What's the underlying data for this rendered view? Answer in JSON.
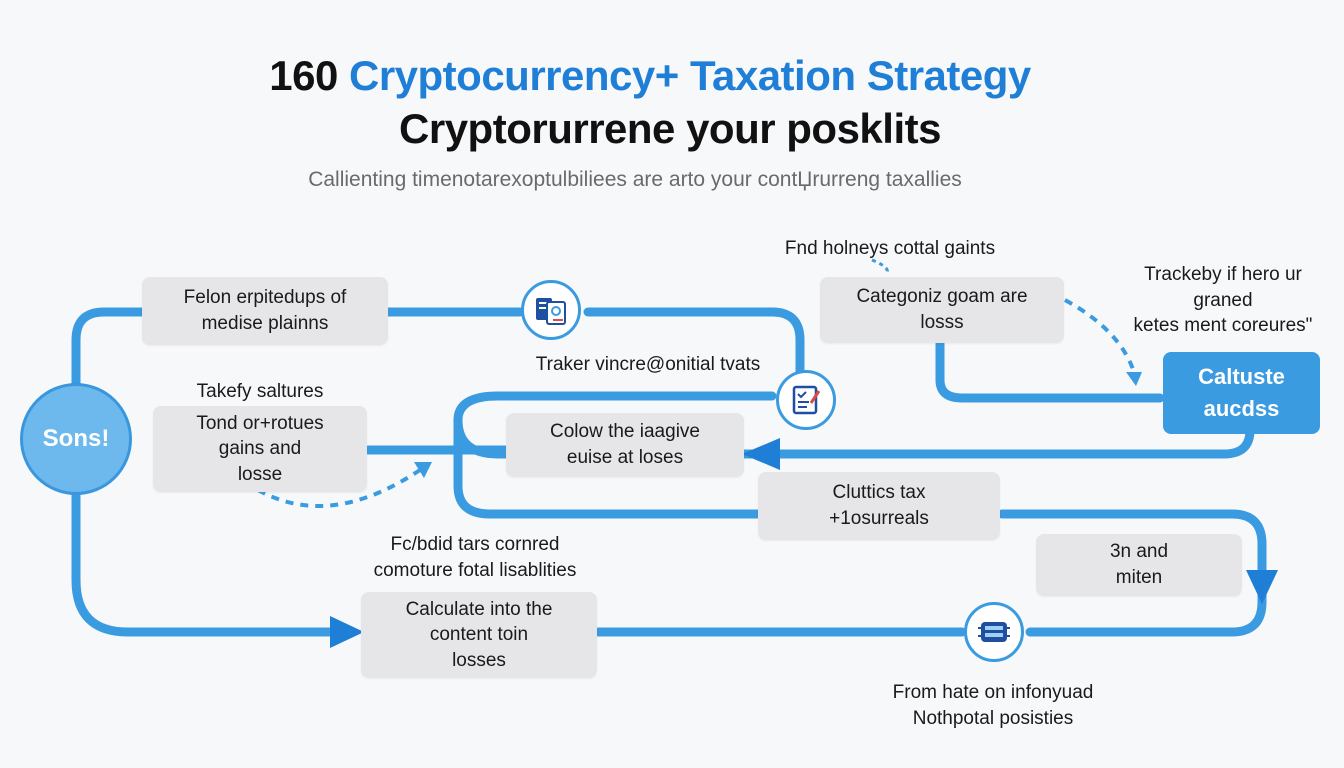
{
  "header": {
    "title_number": "160",
    "title_highlight": "Cryptocurrency+ Taxation Strategy",
    "title_line2": "Cryptorurrene your posklits",
    "tagline": "Callienting timenotarexoptulbiliees are arto your contЏrurreng taxallies"
  },
  "start_node": {
    "label": "Sons!"
  },
  "nodes": [
    {
      "id": "n1",
      "text": "Felon erpitedups of\nmedise plainns"
    },
    {
      "id": "n2",
      "text": "Tond or+rotues\ngains and\nlosse"
    },
    {
      "id": "n3",
      "text": "Colow the iaagive\neuise at loses"
    },
    {
      "id": "n4",
      "text": "Categoniz goam are\nlosss"
    },
    {
      "id": "n5",
      "text": "Cluttics tax\n+1osurreals"
    },
    {
      "id": "n6",
      "text": "3n and\nmiten"
    },
    {
      "id": "n7",
      "text": "Calculate into the\ncontent toin\nlosses"
    }
  ],
  "accent_node": {
    "text": "Caltuste\naucdss"
  },
  "annotations": {
    "a1": "Takefy saltures",
    "a2": "Traker vincre@onitial tvats",
    "a3": "Fnd holneys cottal gaints",
    "a4": "Trackeby if hero ur\ngraned\nketes ment coreures\"",
    "a5": "Fc/bdid tars cornred\ncomoture fotal lisablities",
    "a6": "From hate on infonyuad\nNothpotal posisties"
  },
  "icons": [
    "documents-icon",
    "checklist-icon",
    "database-icon"
  ],
  "colors": {
    "flow_line": "#3a9be0",
    "title_accent": "#1f7fd6",
    "node_fill": "#e6e6e8",
    "accent_fill": "#3a9be0"
  }
}
